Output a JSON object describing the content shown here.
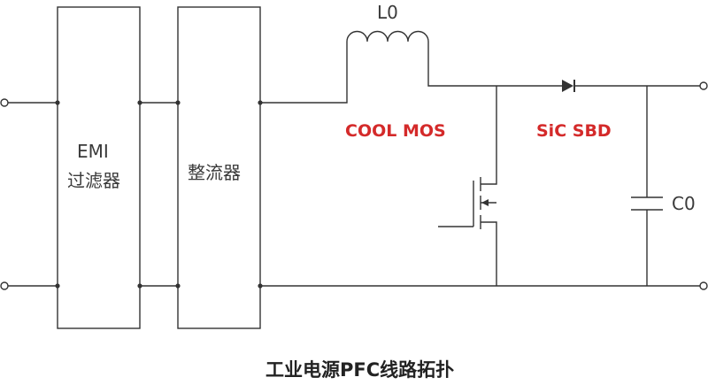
{
  "diagram": {
    "title": "工业电源PFC线路拓扑",
    "blocks": {
      "emi_line1": "EMI",
      "emi_line2": "过滤器",
      "rectifier": "整流器"
    },
    "components": {
      "inductor": "L0",
      "mosfet": "COOL MOS",
      "diode": "SiC SBD",
      "capacitor": "C0"
    },
    "colors": {
      "wire": "#333333",
      "highlight": "#d42a2a"
    }
  }
}
